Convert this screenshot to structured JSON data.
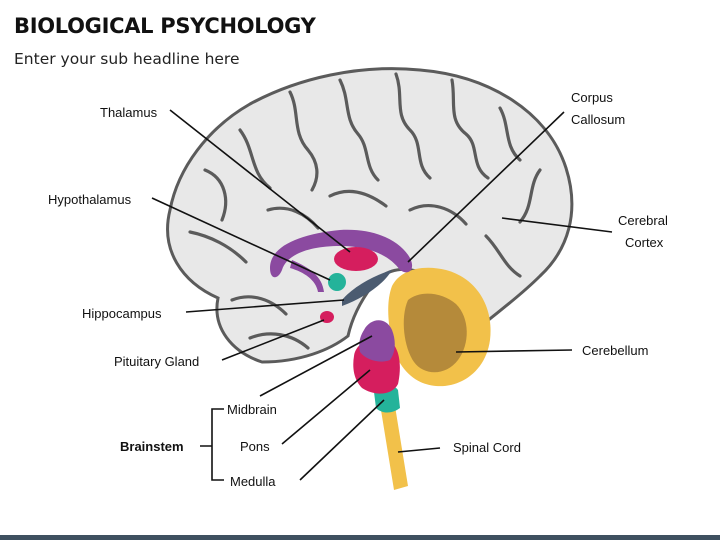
{
  "slide": {
    "title": "BIOLOGICAL PSYCHOLOGY",
    "subtitle": "Enter your sub headline here"
  },
  "labels": {
    "thalamus": "Thalamus",
    "hypothalamus": "Hypothalamus",
    "hippocampus": "Hippocampus",
    "pituitary": "Pituitary Gland",
    "midbrain": "Midbrain",
    "brainstem": "Brainstem",
    "pons": "Pons",
    "medulla": "Medulla",
    "corpus_line1": "Corpus",
    "corpus_line2": "Callosum",
    "cortex_line1": "Cerebral",
    "cortex_line2": "Cortex",
    "cerebellum": "Cerebellum",
    "spinal_cord": "Spinal Cord"
  },
  "colors": {
    "cortex": "#e8e8e8",
    "cortex_outline": "#5b5b5b",
    "corpus_callosum": "#8b4aa0",
    "thalamus": "#d51e5e",
    "hypothalamus": "#24b39a",
    "hippocampus": "#4b5b70",
    "pituitary": "#d51e5e",
    "midbrain": "#8b4aa0",
    "pons": "#d51e5e",
    "medulla": "#24b39a",
    "cerebellum": "#f2c14a",
    "cerebellum_inner": "#b58a3a",
    "spinal_cord": "#f2c14a",
    "bottom_bar": "#3e5060"
  }
}
